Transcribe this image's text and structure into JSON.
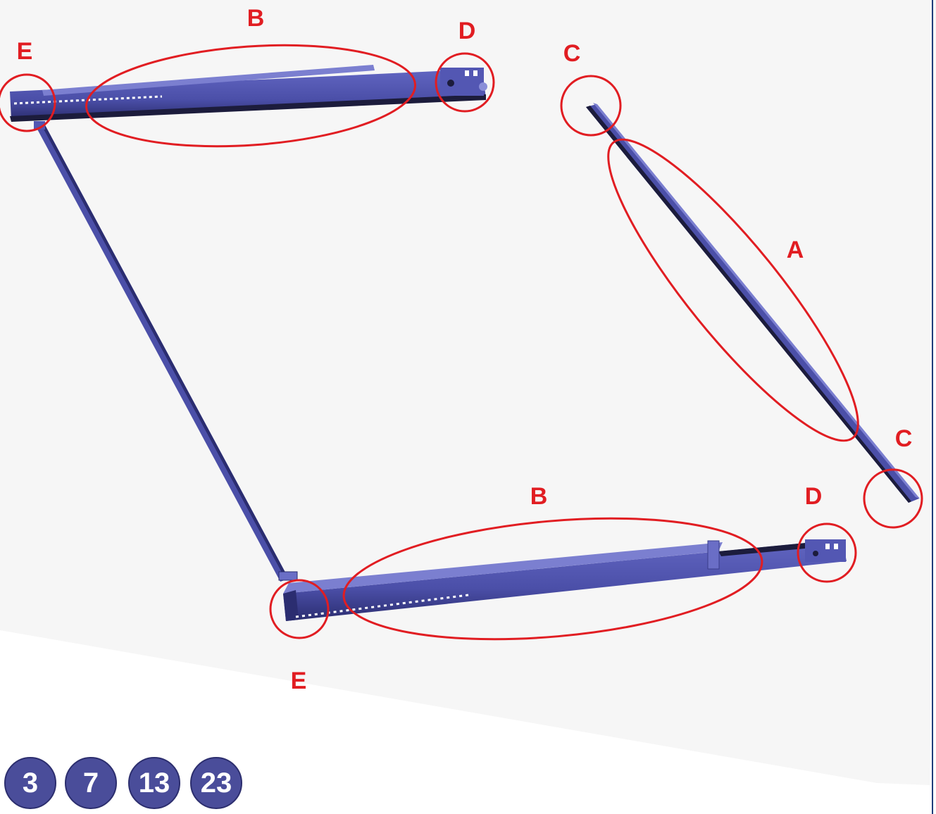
{
  "labels": {
    "a": "A",
    "b_top": "B",
    "b_bottom": "B",
    "c_top": "C",
    "c_bottom": "C",
    "d_top": "D",
    "d_bottom": "D",
    "e_top": "E",
    "e_bottom": "E"
  },
  "badges": [
    "3",
    "7",
    "13",
    "23"
  ],
  "colors": {
    "rail": "#4b4fa8",
    "rail_dark": "#1c1c3c",
    "marker": "#e11d22",
    "badge": "#4a4d9a",
    "background": "#f6f6f6"
  }
}
